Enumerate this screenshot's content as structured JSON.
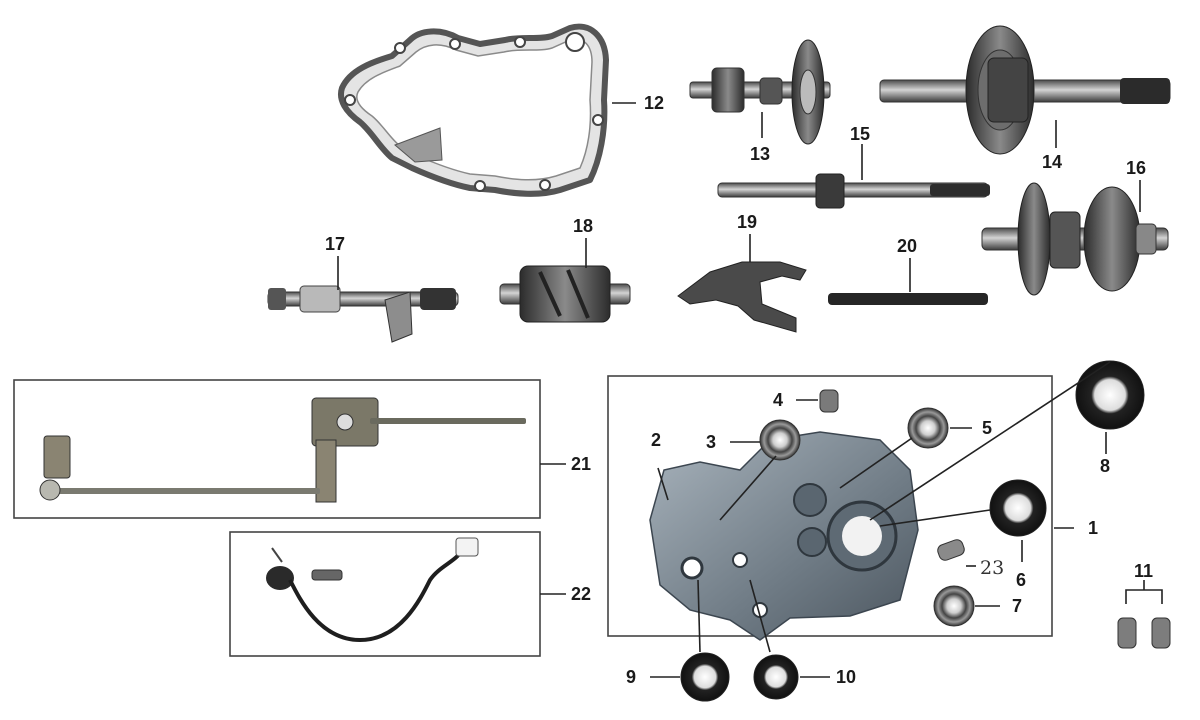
{
  "callouts": {
    "c1": "1",
    "c2": "2",
    "c3": "3",
    "c4": "4",
    "c5": "5",
    "c6": "6",
    "c7": "7",
    "c8": "8",
    "c9": "9",
    "c10": "10",
    "c11": "11",
    "c12": "12",
    "c13": "13",
    "c14": "14",
    "c15": "15",
    "c16": "16",
    "c17": "17",
    "c18": "18",
    "c19": "19",
    "c20": "20",
    "c21": "21",
    "c22": "22",
    "c23": "23"
  },
  "colors": {
    "metal_dark": "#3a3a3a",
    "metal_mid": "#7d7d7d",
    "metal_light": "#c4c4c4",
    "crankcase": "#7f8c96",
    "seal": "#1f1f1f"
  }
}
